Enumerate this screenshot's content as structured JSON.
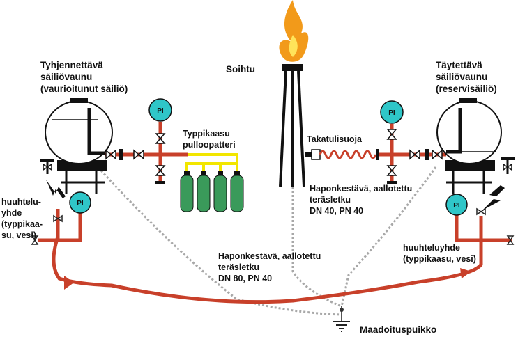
{
  "labels": {
    "left_tank": [
      "Tyhjennettävä",
      "säiliövaunu",
      "(vaurioitunut säiliö)"
    ],
    "right_tank": [
      "Täytettävä",
      "säiliövaunu",
      "(reservisäiliö)"
    ],
    "flare": "Soihtu",
    "nitrogen": [
      "Typpikaasu",
      "pulloopatteri"
    ],
    "flashback": "Takatulisuoja",
    "small_hose": [
      "Haponkestävä, aallotettu",
      "teräsletku",
      "DN 40, PN 40"
    ],
    "main_hose": [
      "Haponkestävä, aallotettu",
      "teräsletku",
      "DN 80, PN 40"
    ],
    "flush_left": [
      "huuhtelu-",
      "yhde",
      "(typpikaa-",
      "su, vesi)"
    ],
    "flush_right": [
      "huuhteluyhde",
      "(typpikaasu, vesi)"
    ],
    "ground": "Maadoituspuikko",
    "gauge": "PI"
  },
  "colors": {
    "pipe": "#c8402a",
    "pipe_dark": "#8e2a1c",
    "gauge": "#2fc6c8",
    "cylinder": "#3a9a5a",
    "manifold": "#f2e600",
    "flame_outer": "#f29a1a",
    "flame_inner": "#ffe45a",
    "ground_line": "#a8a8a8"
  }
}
